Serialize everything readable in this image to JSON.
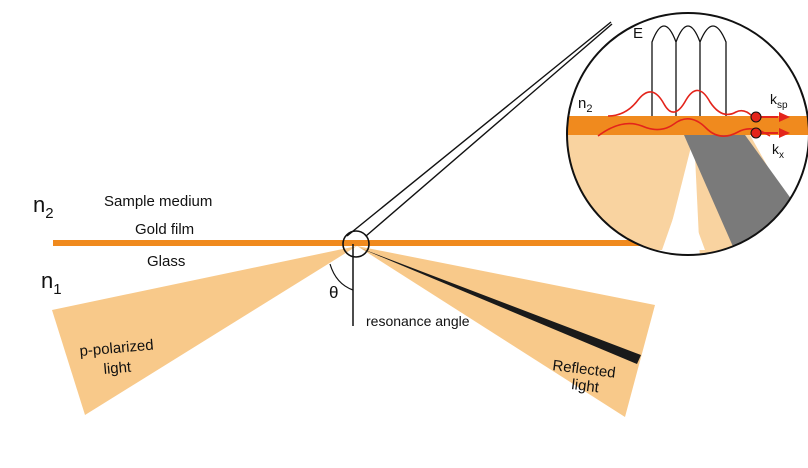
{
  "labels": {
    "n2_main": "n",
    "n2_main_sub": "2",
    "n1_main": "n",
    "n1_main_sub": "1",
    "sample_medium": "Sample medium",
    "gold_film": "Gold film",
    "glass": "Glass",
    "theta": "θ",
    "resonance_angle": "resonance angle",
    "p_polarized_line1": "p-polarized",
    "p_polarized_line2": "light",
    "reflected_line1": "Reflected",
    "reflected_line2": "light",
    "inset_E": "E",
    "inset_n2": "n",
    "inset_n2_sub": "2",
    "k_sp": "k",
    "k_sp_sub": "sp",
    "k_x": "k",
    "k_x_sub": "x"
  },
  "colors": {
    "gold_film": "#f08a1e",
    "light_beam": "#f8c98a",
    "inset_light": "#f9d3a0",
    "reflected_dark": "#7a7a7a",
    "wave_red": "#e3241b",
    "outline": "#111111"
  }
}
